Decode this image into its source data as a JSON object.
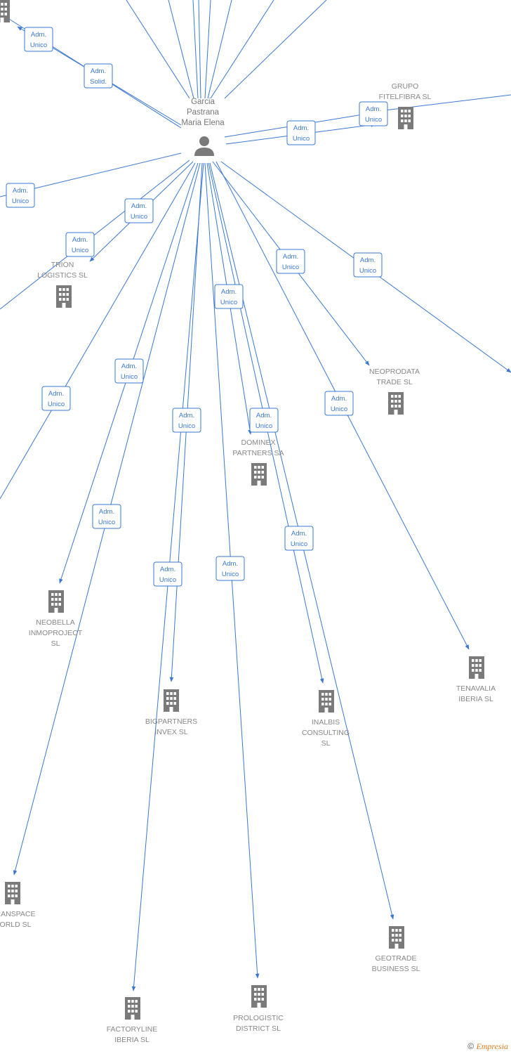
{
  "person": {
    "name_lines": [
      "Garcia",
      "Pastrana",
      "Maria Elena"
    ]
  },
  "companies": [
    {
      "id": "grupo",
      "lines": [
        "GRUPO",
        "FITELFIBRA SL"
      ]
    },
    {
      "id": "trion",
      "lines": [
        "TRION",
        "LOGISTICS SL"
      ]
    },
    {
      "id": "neoprodata",
      "lines": [
        "NEOPRODATA",
        "TRADE SL"
      ]
    },
    {
      "id": "dominex",
      "lines": [
        "DOMINEX",
        "PARTNERS SA"
      ]
    },
    {
      "id": "neobella",
      "lines": [
        "NEOBELLA",
        "INMOPROJECT",
        "SL"
      ]
    },
    {
      "id": "tenavalia",
      "lines": [
        "TENAVALIA",
        "IBERIA SL"
      ]
    },
    {
      "id": "bigpartners",
      "lines": [
        "BIGPARTNERS",
        "INVEX SL"
      ]
    },
    {
      "id": "inalbis",
      "lines": [
        "INALBIS",
        "CONSULTING",
        "SL"
      ]
    },
    {
      "id": "transpace",
      "lines": [
        "RANSPACE",
        "ORLD SL"
      ]
    },
    {
      "id": "geotrade",
      "lines": [
        "GEOTRADE",
        "BUSINESS SL"
      ]
    },
    {
      "id": "factoryline",
      "lines": [
        "FACTORYLINE",
        "IBERIA SL"
      ]
    },
    {
      "id": "prologistic",
      "lines": [
        "PROLOGISTIC",
        "DISTRICT SL"
      ]
    },
    {
      "id": "offtop",
      "lines": []
    }
  ],
  "roles": [
    {
      "lines": [
        "Adm.",
        "Unico"
      ]
    },
    {
      "lines": [
        "Adm.",
        "Solid."
      ]
    },
    {
      "lines": [
        "Adm.",
        "Unico"
      ]
    },
    {
      "lines": [
        "Adm.",
        "Unico"
      ]
    },
    {
      "lines": [
        "Adm.",
        "Unico"
      ]
    },
    {
      "lines": [
        "Adm.",
        "Unico"
      ]
    },
    {
      "lines": [
        "Adm.",
        "Unico"
      ]
    },
    {
      "lines": [
        "Adm.",
        "Unico"
      ]
    },
    {
      "lines": [
        "Adm.",
        "Unico"
      ]
    },
    {
      "lines": [
        "Adm.",
        "Unico"
      ]
    },
    {
      "lines": [
        "Adm.",
        "Unico"
      ]
    },
    {
      "lines": [
        "Adm.",
        "Unico"
      ]
    },
    {
      "lines": [
        "Adm.",
        "Unico"
      ]
    },
    {
      "lines": [
        "Adm.",
        "Unico"
      ]
    },
    {
      "lines": [
        "Adm.",
        "Unico"
      ]
    },
    {
      "lines": [
        "Adm.",
        "Unico"
      ]
    },
    {
      "lines": [
        "Adm.",
        "Unico"
      ]
    },
    {
      "lines": [
        "Adm.",
        "Unico"
      ]
    },
    {
      "lines": [
        "Adm.",
        "Unico"
      ]
    },
    {
      "lines": [
        "Adm.",
        "Unico"
      ]
    }
  ],
  "footer": {
    "copyright": "©",
    "brand": "Empresia"
  },
  "colors": {
    "edge": "#3a78d0",
    "icon": "#7a7a7a",
    "label": "#888888",
    "brand": "#e07b1f"
  }
}
